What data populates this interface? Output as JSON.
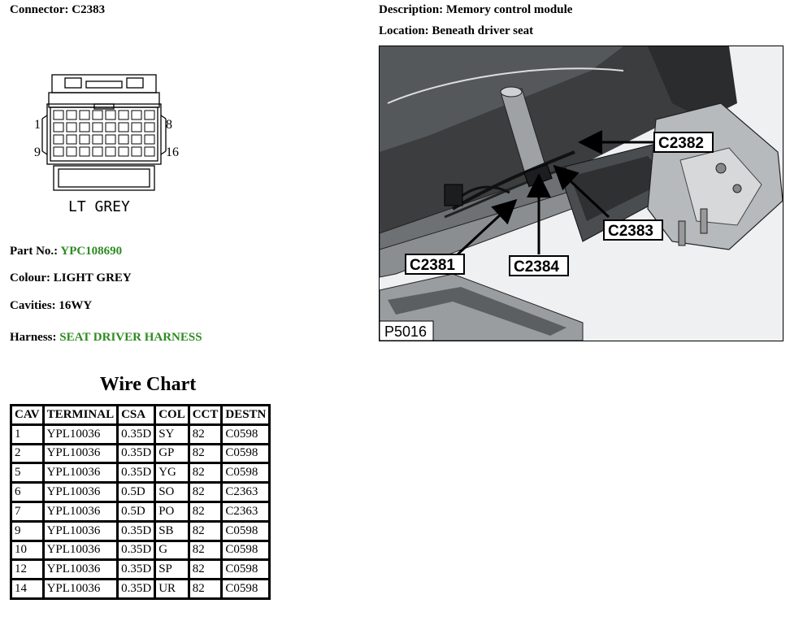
{
  "connector": {
    "label": "Connector:",
    "value": "C2383"
  },
  "description": {
    "label": "Description:",
    "value": "Memory control module"
  },
  "location": {
    "label": "Location:",
    "value": "Beneath driver seat"
  },
  "diagram": {
    "pin_tl": "1",
    "pin_tr": "8",
    "pin_bl": "9",
    "pin_br": "16",
    "caption": "LT GREY"
  },
  "part_no": {
    "label": "Part No.:",
    "value": "YPC108690"
  },
  "colour": {
    "label": "Colour:",
    "value": "LIGHT GREY"
  },
  "cavities": {
    "label": "Cavities:",
    "value": "16WY"
  },
  "harness": {
    "label": "Harness:",
    "value": "SEAT DRIVER HARNESS"
  },
  "photo": {
    "c2382": "C2382",
    "c2383": "C2383",
    "c2381": "C2381",
    "c2384": "C2384",
    "ref": "P5016"
  },
  "wire_chart": {
    "title": "Wire Chart",
    "headers": [
      "CAV",
      "TERMINAL",
      "CSA",
      "COL",
      "CCT",
      "DESTN"
    ],
    "rows": [
      [
        "1",
        "YPL10036",
        "0.35D",
        "SY",
        "82",
        "C0598"
      ],
      [
        "2",
        "YPL10036",
        "0.35D",
        "GP",
        "82",
        "C0598"
      ],
      [
        "5",
        "YPL10036",
        "0.35D",
        "YG",
        "82",
        "C0598"
      ],
      [
        "6",
        "YPL10036",
        "0.5D",
        "SO",
        "82",
        "C2363"
      ],
      [
        "7",
        "YPL10036",
        "0.5D",
        "PO",
        "82",
        "C2363"
      ],
      [
        "9",
        "YPL10036",
        "0.35D",
        "SB",
        "82",
        "C0598"
      ],
      [
        "10",
        "YPL10036",
        "0.35D",
        "G",
        "82",
        "C0598"
      ],
      [
        "12",
        "YPL10036",
        "0.35D",
        "SP",
        "82",
        "C0598"
      ],
      [
        "14",
        "YPL10036",
        "0.35D",
        "UR",
        "82",
        "C0598"
      ]
    ]
  },
  "colors": {
    "accent_green": "#2e8b22"
  }
}
